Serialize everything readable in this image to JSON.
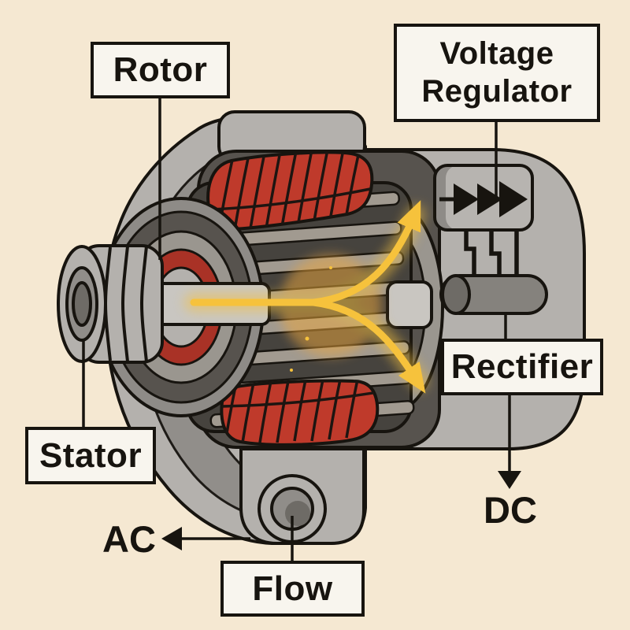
{
  "diagram": {
    "type": "alternator-cutaway-illustration",
    "labels": {
      "rotor": "Rotor",
      "voltage_regulator": "Voltage Regulator",
      "stator": "Stator",
      "rectifier": "Rectifier",
      "flow": "Flow"
    },
    "annotations": {
      "ac": "AC",
      "dc": "DC"
    },
    "parts": [
      {
        "name": "pulley-and-shaft"
      },
      {
        "name": "rotor-drum-with-fins"
      },
      {
        "name": "red-stator-windings",
        "count": 2
      },
      {
        "name": "diode-pack",
        "diode_count": 3
      },
      {
        "name": "rectifier-cylinder"
      },
      {
        "name": "mounting-foot-with-bolt-hole"
      },
      {
        "name": "current-flow-arrows",
        "count": 2
      }
    ],
    "colors": {
      "background": "#f5e8d2",
      "housing_gray": "#b4b1ad",
      "shadow_gray": "#908d89",
      "dark_interior": "#57534e",
      "drum_base": "#46433e",
      "fin_gray": "#a19a90",
      "shaft_gray": "#c9c6c1",
      "winding_red": "#bf3a2b",
      "winding_red_dark": "#a93226",
      "flow_yellow": "#f6c23c",
      "outline_ink": "#17140f",
      "label_fill": "#f8f5ee"
    }
  }
}
